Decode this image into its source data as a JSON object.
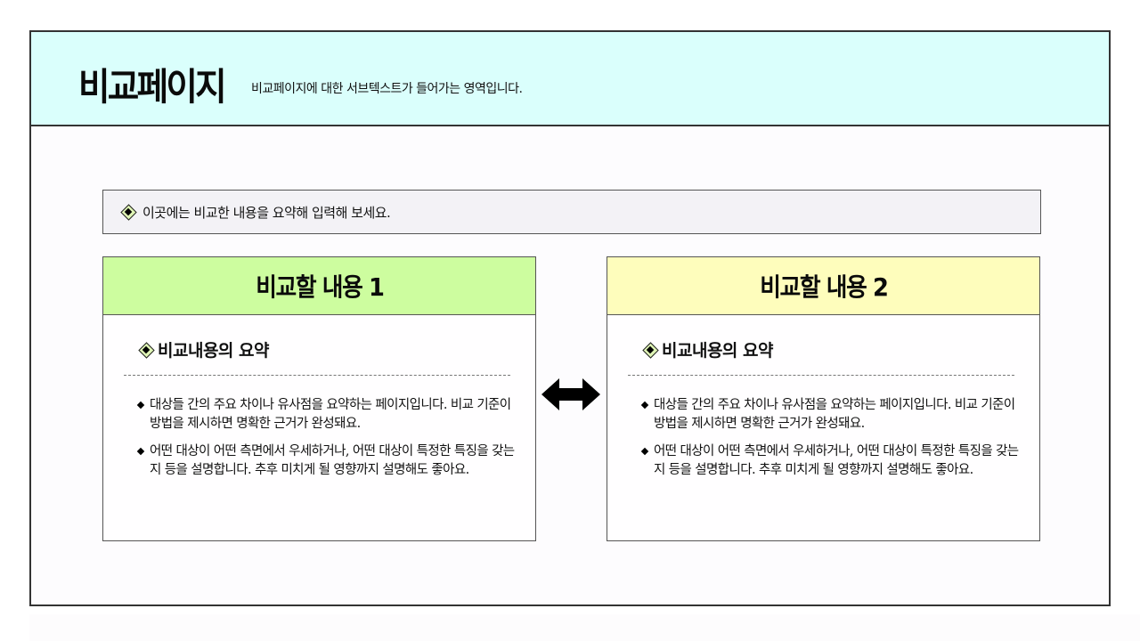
{
  "header": {
    "title": "비교페이지",
    "subtitle": "비교페이지에 대한 서브텍스트가 들어가는 영역입니다."
  },
  "summary": {
    "icon": "diamond-bullet-icon",
    "text": "이곳에는 비교한 내용을 요약해 입력해 보세요."
  },
  "cards": [
    {
      "title": "비교할 내용 1",
      "header_color": "#cdfd9f",
      "section_title": "비교내용의 요약",
      "bullets": [
        "대상들 간의 주요 차이나 유사점을 요약하는 페이지입니다. 비교 기준이 방법을 제시하면 명확한 근거가 완성돼요.",
        "어떤 대상이 어떤 측면에서 우세하거나, 어떤 대상이 특정한 특징을 갖는지 등을 설명합니다. 추후 미치게 될 영향까지 설명해도 좋아요."
      ]
    },
    {
      "title": "비교할 내용 2",
      "header_color": "#fefdbc",
      "section_title": "비교내용의 요약",
      "bullets": [
        "대상들 간의 주요 차이나 유사점을 요약하는 페이지입니다. 비교 기준이 방법을 제시하면 명확한 근거가 완성돼요.",
        "어떤 대상이 어떤 측면에서 우세하거나, 어떤 대상이 특정한 특징을 갖는지 등을 설명합니다. 추후 미치게 될 영향까지 설명해도 좋아요."
      ]
    }
  ],
  "connector": {
    "icon": "double-arrow-icon"
  },
  "colors": {
    "header_bg": "#dafffc",
    "summary_bg": "#f3f2f6",
    "border": "#333333"
  }
}
